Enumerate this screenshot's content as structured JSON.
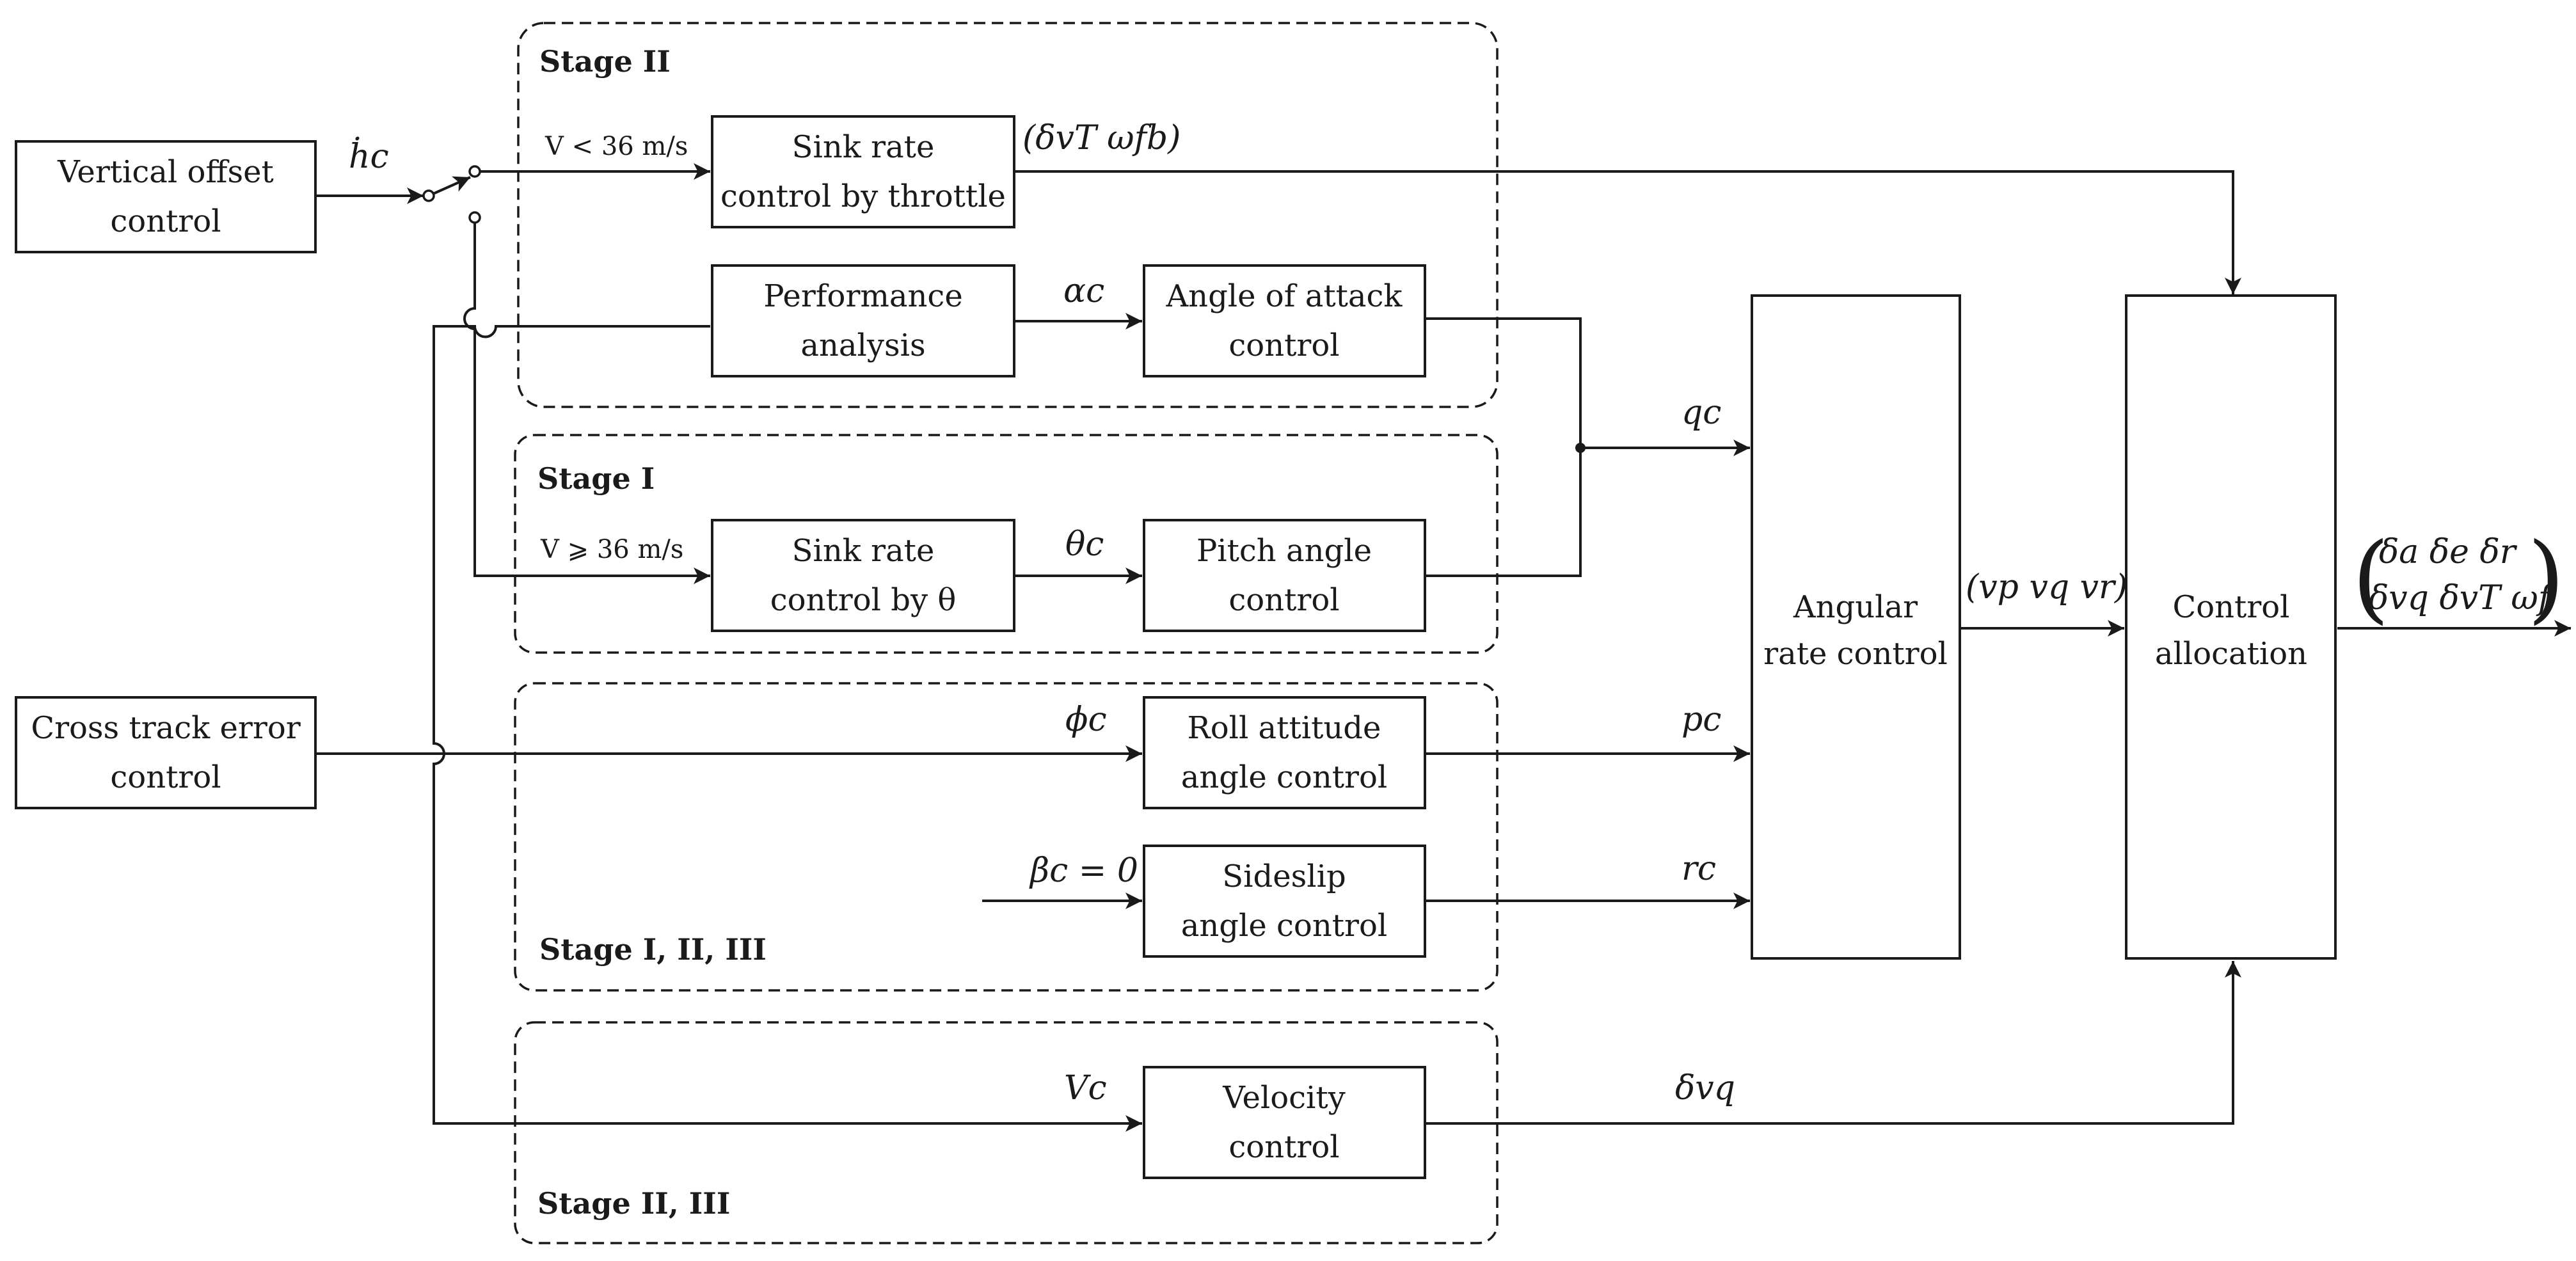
{
  "colors": {
    "ink": "#1a1a1a",
    "background": "#ffffff"
  },
  "stages": {
    "stage2": "Stage II",
    "stage1": "Stage I",
    "stage123": "Stage I, II, III",
    "stage23": "Stage II, III"
  },
  "blocks": {
    "vertical_offset": [
      "Vertical offset",
      "control"
    ],
    "cross_track": [
      "Cross track error",
      "control"
    ],
    "sink_throttle": [
      "Sink rate",
      "control by throttle"
    ],
    "performance": [
      "Performance",
      "analysis"
    ],
    "aoa": [
      "Angle of attack",
      "control"
    ],
    "sink_theta": [
      "Sink rate",
      "control by θ"
    ],
    "pitch": [
      "Pitch angle",
      "control"
    ],
    "roll": [
      "Roll attitude",
      "angle control"
    ],
    "sideslip": [
      "Sideslip",
      "angle control"
    ],
    "velocity": [
      "Velocity",
      "control"
    ],
    "angular_rate": [
      "Angular",
      "rate control"
    ],
    "allocation": [
      "Control",
      "allocation"
    ]
  },
  "signals": {
    "h_dot": "ḣc",
    "cond_low": "V < 36 m/s",
    "cond_high": "V ⩾ 36 m/s",
    "throttle_out": "(δvT ωfb)",
    "alpha": "αc",
    "theta": "θc",
    "q": "qc",
    "phi": "ϕc",
    "p": "pc",
    "beta": "βc = 0",
    "r": "rc",
    "V": "Vc",
    "delta_vq": "δvq",
    "rates": "(vp vq vr)",
    "output_row1": "δa δe δr",
    "output_row2": "δvq δvT ωf"
  }
}
